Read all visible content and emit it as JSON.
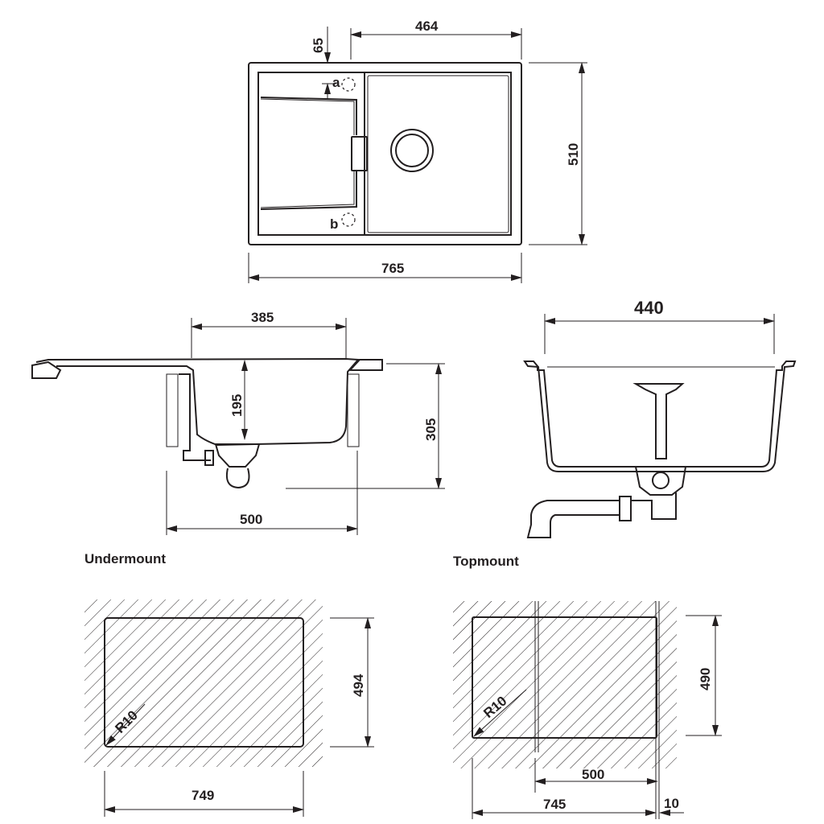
{
  "colors": {
    "line": "#231f20",
    "background": "#ffffff"
  },
  "top_view": {
    "dim_width_total": "765",
    "dim_bowl_width": "464",
    "dim_depth": "510",
    "dim_offset": "65",
    "tap_hole_a": "a",
    "tap_hole_b": "b"
  },
  "side_view": {
    "dim_bowl_width": "385",
    "dim_bowl_depth": "195",
    "dim_total_height": "305",
    "dim_cabinet": "500"
  },
  "front_view": {
    "dim_width": "440"
  },
  "undermount": {
    "label": "Undermount",
    "dim_width": "749",
    "dim_depth": "494",
    "radius": "R10"
  },
  "topmount": {
    "label": "Topmount",
    "dim_width": "745",
    "dim_depth": "490",
    "dim_cabinet": "500",
    "dim_gap": "10",
    "radius": "R10"
  }
}
